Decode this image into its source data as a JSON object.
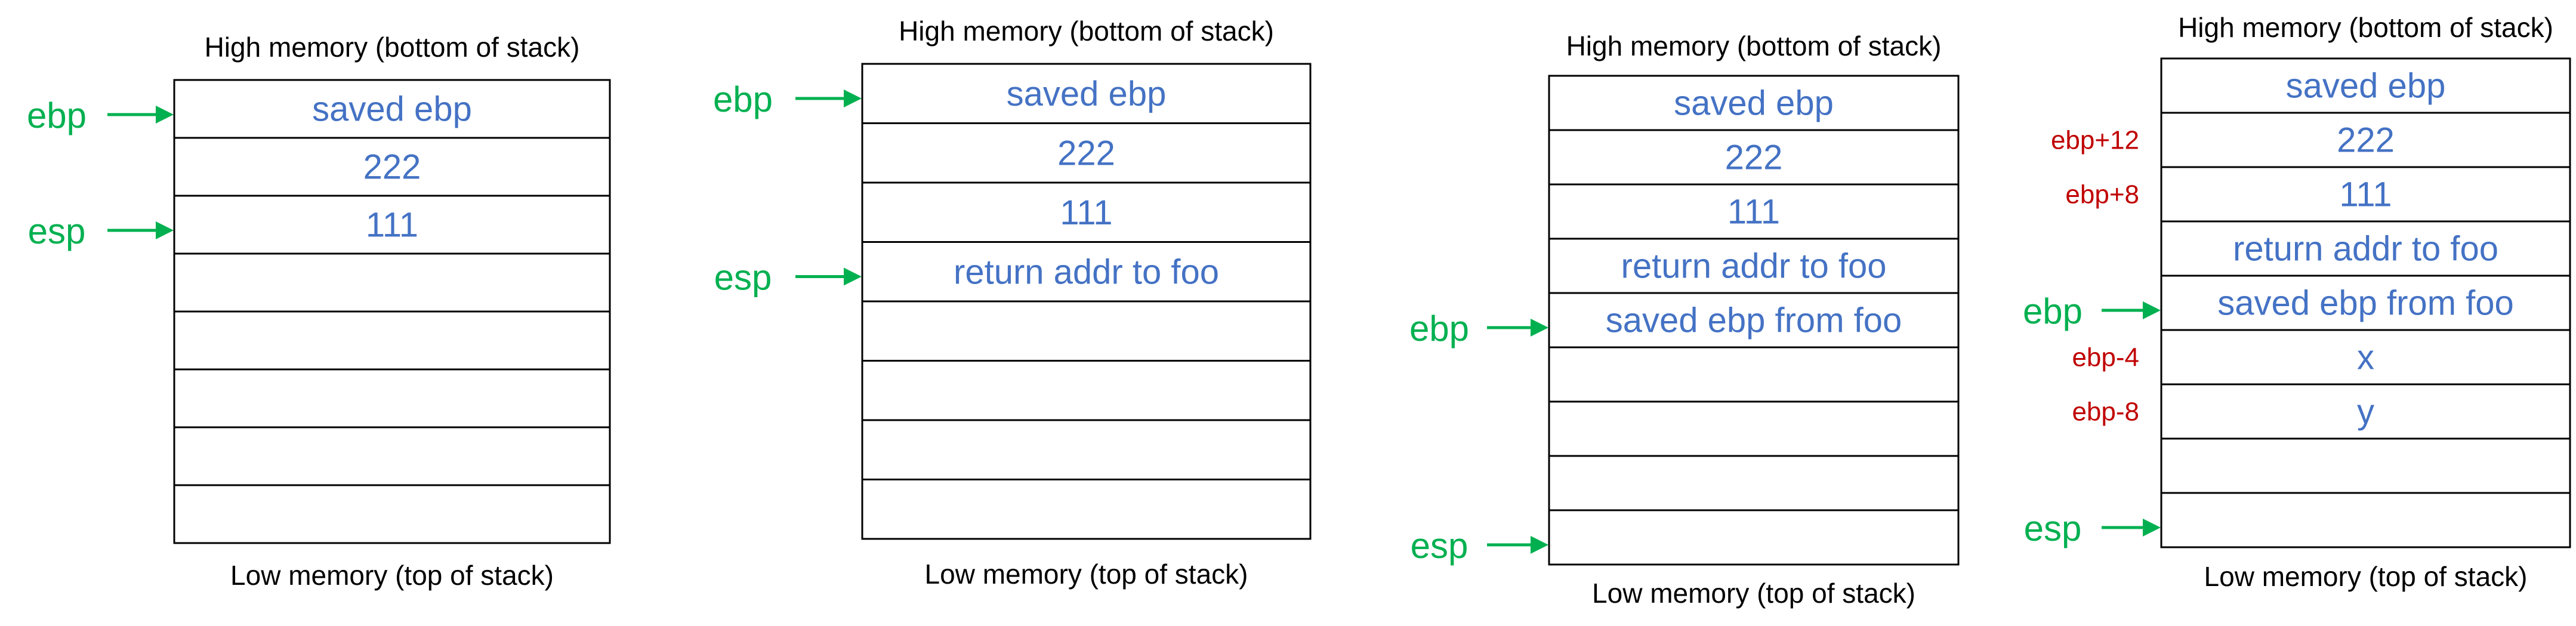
{
  "colors": {
    "stack_text": "#4472c4",
    "pointer": "#00b050",
    "offset": "#c00000",
    "outline": "#000000"
  },
  "diagrams": [
    {
      "top_label": "High memory (bottom of stack)",
      "bottom_label": "Low memory (top of stack)",
      "cells": [
        "saved ebp",
        "222",
        "111",
        "",
        "",
        "",
        "",
        ""
      ],
      "pointers": [
        {
          "label": "ebp",
          "slot": 0
        },
        {
          "label": "esp",
          "slot": 2
        }
      ],
      "offsets": []
    },
    {
      "top_label": "High memory (bottom of stack)",
      "bottom_label": "Low memory (top of stack)",
      "cells": [
        "saved ebp",
        "222",
        "111",
        "return addr to foo",
        "",
        "",
        "",
        ""
      ],
      "pointers": [
        {
          "label": "ebp",
          "slot": 0
        },
        {
          "label": "esp",
          "slot": 3
        }
      ],
      "offsets": []
    },
    {
      "top_label": "High memory (bottom of stack)",
      "bottom_label": "Low memory (top of stack)",
      "cells": [
        "saved ebp",
        "222",
        "111",
        "return addr to foo",
        "saved ebp from foo",
        "",
        "",
        "",
        ""
      ],
      "pointers": [
        {
          "label": "ebp",
          "slot": 4
        },
        {
          "label": "esp",
          "slot": 8
        }
      ],
      "offsets": []
    },
    {
      "top_label": "High memory (bottom of stack)",
      "bottom_label": "Low memory (top of stack)",
      "cells": [
        "saved ebp",
        "222",
        "111",
        "return addr to foo",
        "saved ebp from foo",
        "x",
        "y",
        "",
        ""
      ],
      "pointers": [
        {
          "label": "ebp",
          "slot": 4
        },
        {
          "label": "esp",
          "slot": 8
        }
      ],
      "offsets": [
        {
          "label": "ebp+12",
          "slot": 1
        },
        {
          "label": "ebp+8",
          "slot": 2
        },
        {
          "label": "ebp-4",
          "slot": 5
        },
        {
          "label": "ebp-8",
          "slot": 6
        }
      ]
    }
  ]
}
